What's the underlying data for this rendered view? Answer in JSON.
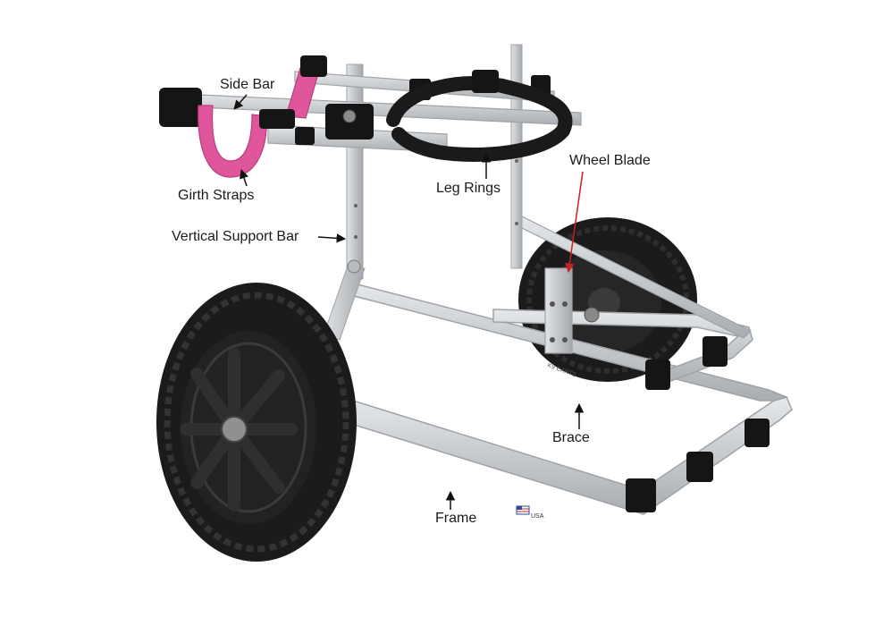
{
  "labels": {
    "side_bar": "Side Bar",
    "girth_straps": "Girth Straps",
    "leg_rings": "Leg Rings",
    "wheel_blade": "Wheel Blade",
    "vertical_support_bar": "Vertical Support Bar",
    "brace": "Brace",
    "frame": "Frame"
  },
  "markings": {
    "brand": "K9 CARTS",
    "usa": "USA"
  },
  "colors": {
    "aluminum": "#c9ccd0",
    "aluminum_edge": "#9ea3a8",
    "tire": "#1b1b1b",
    "strap_pink": "#e0569d",
    "clamp": "#151515",
    "label_text": "#1a1a1a",
    "arrow_black": "#111111",
    "arrow_red": "#cc1f1f"
  }
}
